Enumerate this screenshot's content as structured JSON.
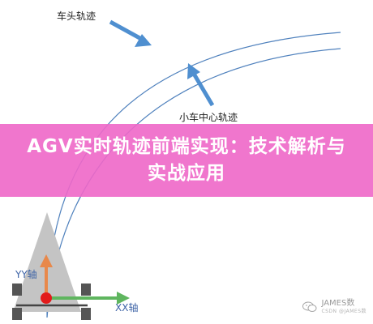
{
  "labels": {
    "head_trajectory": "车头轨迹",
    "center_trajectory": "小车中心轨迹",
    "yy_axis": "YY轴",
    "xx_axis": "XX轴"
  },
  "banner": {
    "title": "AGV实时轨迹前端实现：技术解析与实战应用",
    "color": "#ee67c8"
  },
  "watermark": {
    "text": "JAMES数",
    "subtext": "CSDN @JAMES数"
  },
  "colors": {
    "trajectory": "#4f81bd",
    "arrow": "#4f8fd0",
    "vehicle": "#c4c4c4",
    "yy_axis": "#e8884a",
    "xx_axis": "#5fb65f",
    "origin": "#e21b1b"
  }
}
